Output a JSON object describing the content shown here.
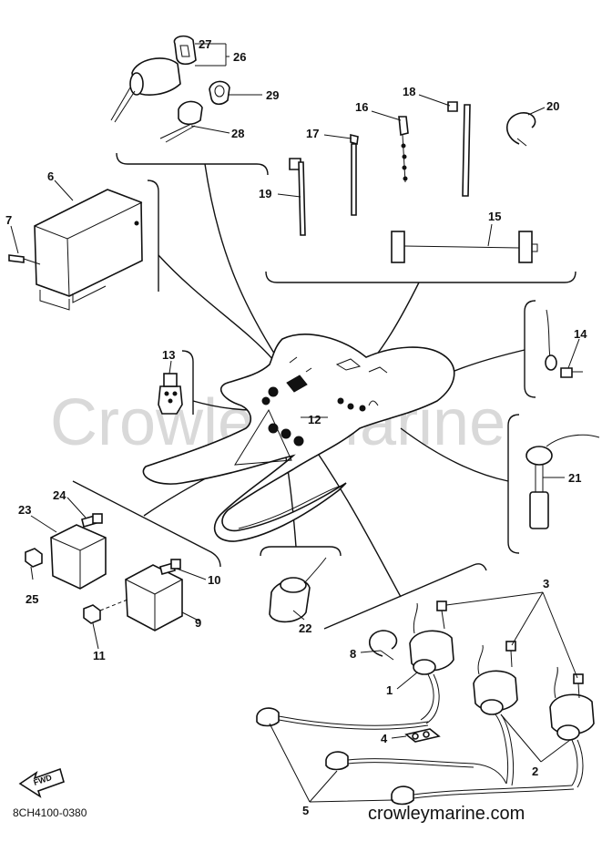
{
  "watermark": "Crowley Marine",
  "diagram_code": "8CH4100-0380",
  "site_credit": "crowleymarine.com",
  "fwd_label": "FWD",
  "callouts": {
    "c1": "1",
    "c2": "2",
    "c3": "3",
    "c4": "4",
    "c5": "5",
    "c6": "6",
    "c7": "7",
    "c8": "8",
    "c9": "9",
    "c10": "10",
    "c11": "11",
    "c12": "12",
    "c13": "13",
    "c14": "14",
    "c15": "15",
    "c16": "16",
    "c17": "17",
    "c18": "18",
    "c19": "19",
    "c20": "20",
    "c21": "21",
    "c22": "22",
    "c23": "23",
    "c24": "24",
    "c25": "25",
    "c26": "26",
    "c27": "27",
    "c28": "28",
    "c29": "29"
  }
}
